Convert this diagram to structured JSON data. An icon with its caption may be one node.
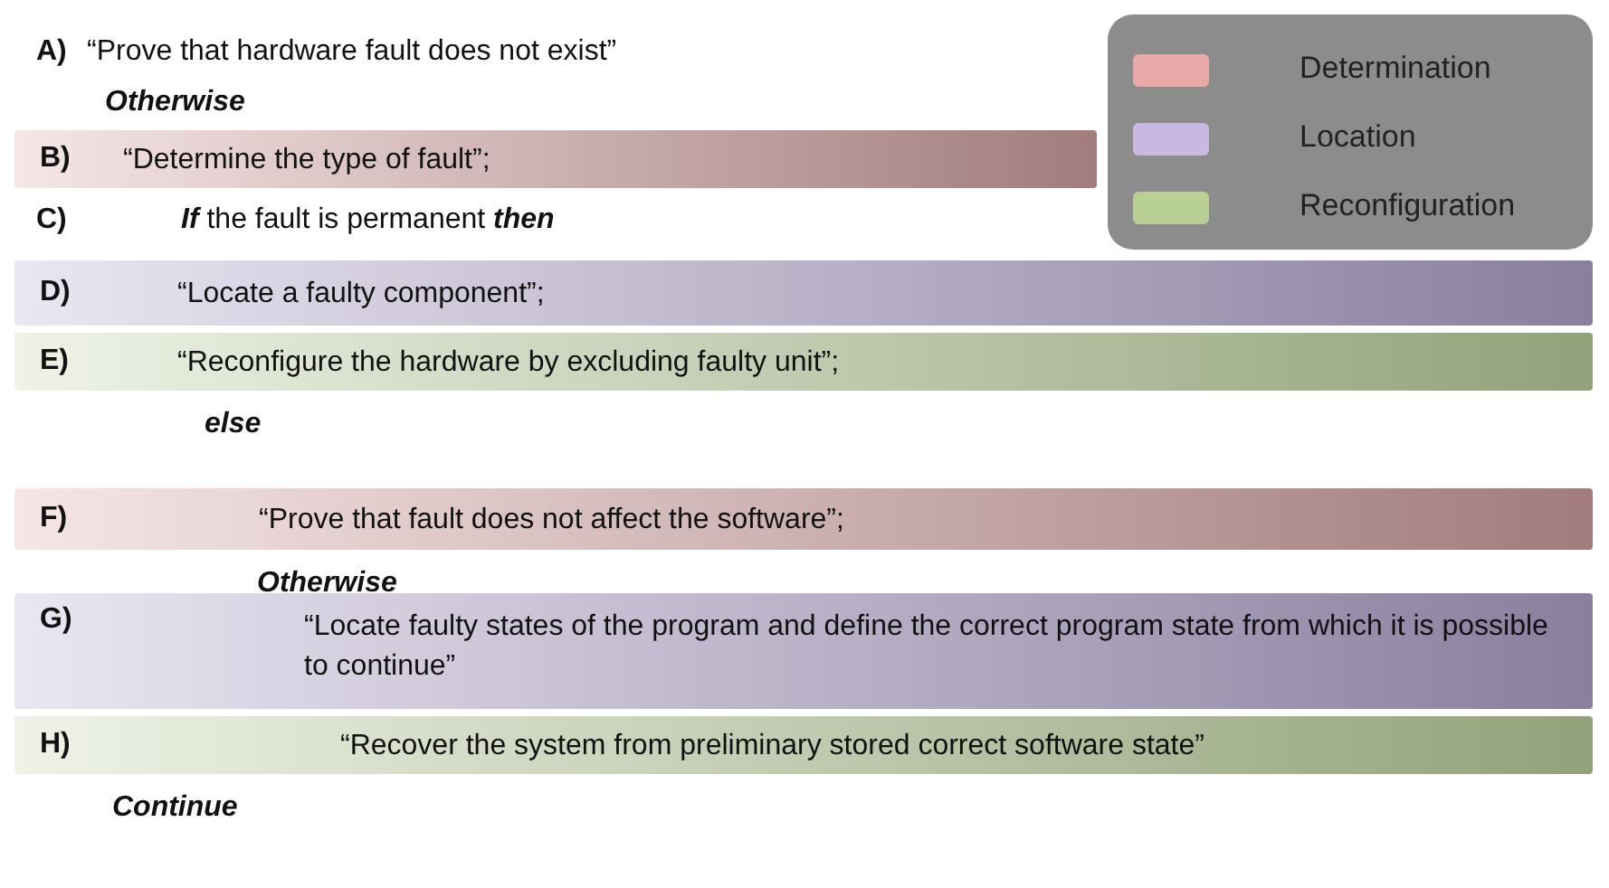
{
  "diagram": {
    "nodes": [
      {
        "text": [
          "B)",
          "“Determine the type of fault”;"
        ]
      },
      {
        "text": [
          "D)",
          "“Locate a faulty component”;"
        ]
      },
      {
        "text": [
          "E)",
          "“Reconfigure the hardware by excluding faulty unit”;"
        ]
      },
      {
        "text": [
          "F)",
          "“Prove that fault does not affect the software”;"
        ]
      },
      {
        "text": [
          "G)",
          "“Locate faulty states of the program and define the correct program state from which it is possible to continue”"
        ]
      },
      {
        "text": [
          "H)",
          "“Recover the system from preliminary stored correct software state”"
        ]
      }
    ],
    "labels": [
      "A)",
      "“Prove that hardware fault does not exist”",
      "Otherwise",
      "C)",
      "**If** the fault is permanent **then**",
      "else",
      "Otherwise",
      "Continue"
    ],
    "legend": [
      {
        "text": "Determination",
        "color": "#eaa9a9"
      },
      {
        "text": "Location",
        "color": "#c8b8e2"
      },
      {
        "text": "Reconfiguration",
        "color": "#b8d095"
      }
    ]
  }
}
